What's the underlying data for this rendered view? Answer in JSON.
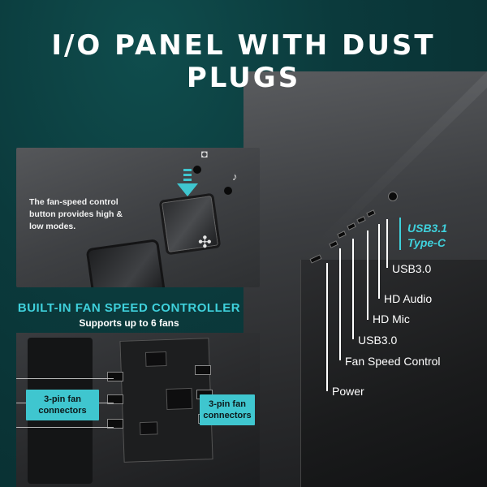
{
  "title": "I/O PANEL WITH DUST PLUGS",
  "inset_top": {
    "caption": "The fan-speed control button provides high & low modes."
  },
  "controller": {
    "heading": "BUILT-IN FAN SPEED CONTROLLER",
    "subheading": "Supports up to 6 fans",
    "left_callout": "3-pin fan connectors",
    "right_callout": "3-pin fan connectors"
  },
  "io_labels": {
    "usbc": [
      "USB3.1",
      "Type-C"
    ],
    "usb3_top": "USB3.0",
    "hd_audio": "HD Audio",
    "hd_mic": "HD Mic",
    "usb3_bottom": "USB3.0",
    "fan_speed": "Fan Speed Control",
    "power": "Power"
  },
  "colors": {
    "accent": "#3fd1dc",
    "background": "#0b3a3c"
  }
}
